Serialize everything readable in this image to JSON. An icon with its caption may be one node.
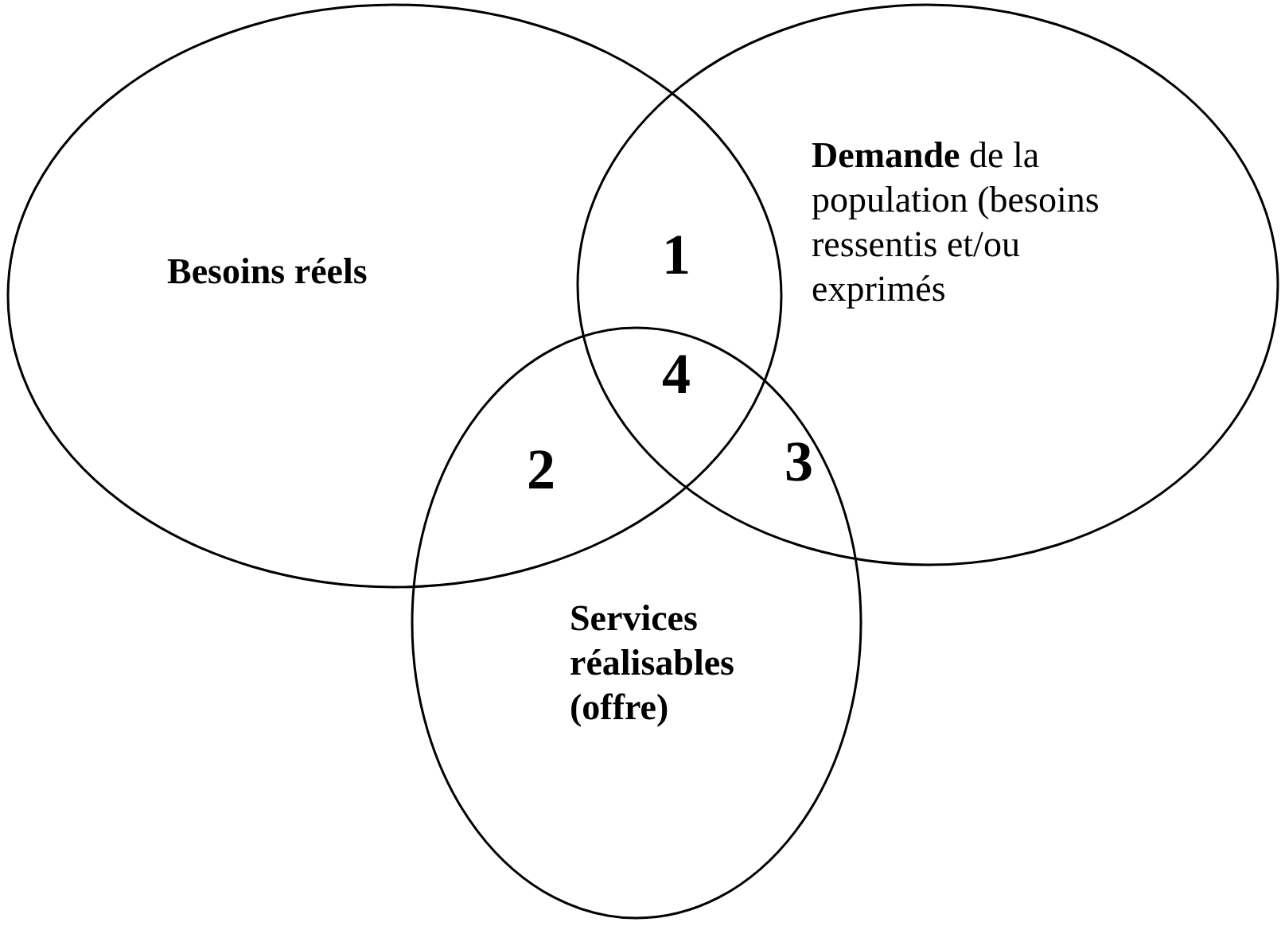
{
  "diagram": {
    "nodes": [
      {
        "text": [
          "Besoins réels"
        ]
      },
      {
        "text": [
          "**Demande** de la population (besoins ressentis et/ou exprimés"
        ]
      },
      {
        "text": [
          "Services réalisables (offre)"
        ]
      }
    ],
    "labels": [
      "1",
      "4",
      "2",
      "3"
    ]
  }
}
